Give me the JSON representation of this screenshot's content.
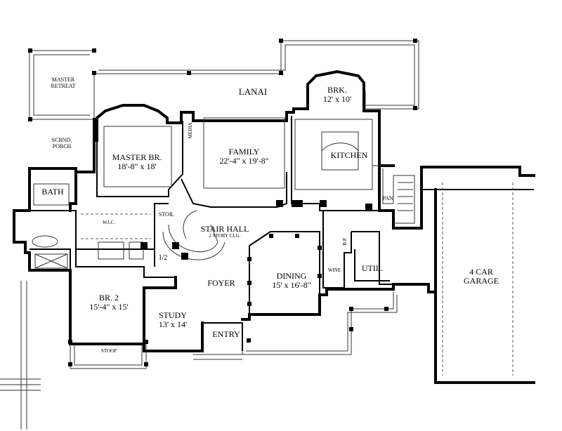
{
  "rooms": {
    "master_retreat": {
      "line1": "MASTER",
      "line2": "RETREAT"
    },
    "lanai": {
      "name": "LANAI"
    },
    "brk": {
      "name": "BRK.",
      "dim": "12' x 10'"
    },
    "scrnd_porch": {
      "line1": "SCRND.",
      "line2": "PORCH"
    },
    "master_br": {
      "name": "MASTER BR.",
      "dim": "18'-8\" x 18'"
    },
    "media": {
      "name": "MEDIA"
    },
    "family": {
      "name": "FAMILY",
      "dim": "22'-4\" x 19'-8\""
    },
    "kitchen": {
      "name": "KITCHEN"
    },
    "bath": {
      "name": "BATH"
    },
    "pan": {
      "name": "PAN"
    },
    "wic": {
      "name": "W.I.C."
    },
    "stor": {
      "name": "STOR."
    },
    "stair_hall": {
      "name": "STAIR HALL",
      "sub": "2 STORY CLG."
    },
    "bp": {
      "name": "B.P."
    },
    "half_bath": {
      "name": "1/2"
    },
    "util": {
      "name": "UTIL."
    },
    "wine": {
      "name": "WINE"
    },
    "dining": {
      "name": "DINING",
      "dim": "15' x 16'-8\""
    },
    "foyer": {
      "name": "FOYER"
    },
    "garage": {
      "line1": "4 CAR",
      "line2": "GARAGE"
    },
    "br2": {
      "name": "BR. 2",
      "dim": "15'-4\" x 15'"
    },
    "study": {
      "name": "STUDY",
      "dim": "13' x 14'"
    },
    "entry": {
      "name": "ENTRY"
    },
    "stoop": {
      "name": "STOOP"
    }
  }
}
